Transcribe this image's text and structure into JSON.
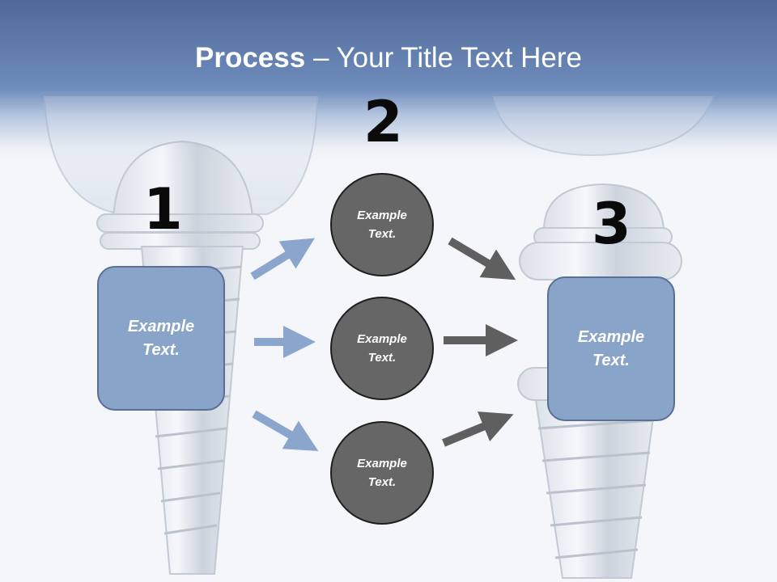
{
  "title": {
    "bold": "Process",
    "rest": " – Your Title Text Here"
  },
  "steps": [
    {
      "number": "1",
      "text_line1": "Example",
      "text_line2": "Text."
    },
    {
      "number": "2"
    },
    {
      "number": "3",
      "text_line1": "Example",
      "text_line2": "Text."
    }
  ],
  "circles": [
    {
      "line1": "Example",
      "line2": "Text."
    },
    {
      "line1": "Example",
      "line2": "Text."
    },
    {
      "line1": "Example",
      "line2": "Text."
    }
  ],
  "colors": {
    "box_fill": "#89a4c9",
    "circle_fill": "#666666",
    "arrow_in": "#8aa6cc",
    "arrow_out": "#5f5f5f",
    "header": "#5b77a6"
  }
}
